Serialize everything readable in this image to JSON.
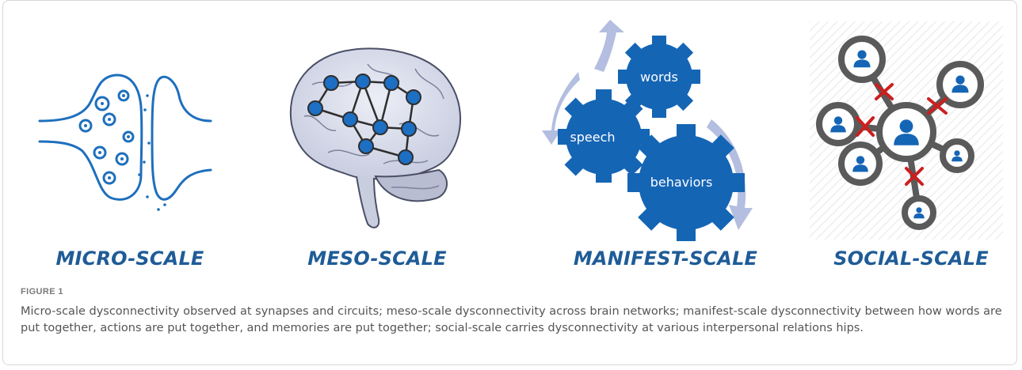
{
  "panels": [
    {
      "label": "MICRO-SCALE",
      "icon": "synapse-icon"
    },
    {
      "label": "MESO-SCALE",
      "icon": "brain-network-icon"
    },
    {
      "label": "MANIFEST-SCALE",
      "icon": "gears-icon"
    },
    {
      "label": "SOCIAL-SCALE",
      "icon": "social-network-icon"
    }
  ],
  "gears": {
    "words": "words",
    "speech": "speech",
    "behaviors": "behaviors"
  },
  "figure_label": "FIGURE 1",
  "caption": "Micro-scale dysconnectivity observed at synapses and circuits; meso-scale dysconnectivity across brain networks; manifest-scale dysconnectivity between how words are put together, actions are put together, and memories are put together; social-scale carries dysconnectivity at various interpersonal relations hips.",
  "colors": {
    "accent": "#1f5c97",
    "synapse": "#1e6fbd",
    "node": "#1d6fc4",
    "gear": "#1565b5",
    "arrow": "#b3bee0",
    "cross": "#cc1f1f",
    "ring": "#5a5a5a"
  }
}
